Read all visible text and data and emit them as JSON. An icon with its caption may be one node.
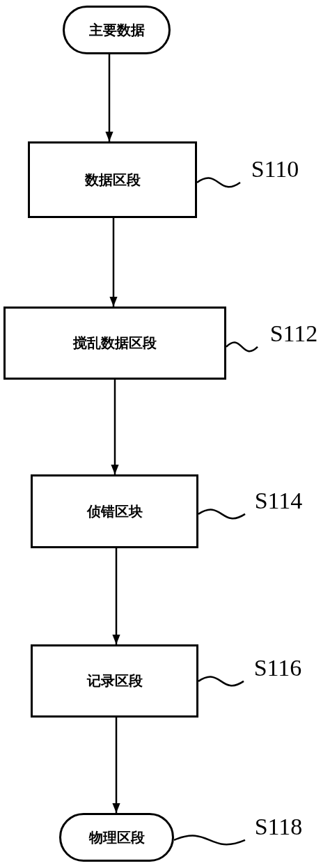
{
  "diagram": {
    "nodes": [
      {
        "text": [
          "主要数据"
        ]
      },
      {
        "text": [
          "数据区段"
        ]
      },
      {
        "text": [
          "搅乱数据区段"
        ]
      },
      {
        "text": [
          "侦错区块"
        ]
      },
      {
        "text": [
          "记录区段"
        ]
      },
      {
        "text": [
          "物理区段"
        ]
      },
      {
        "text": [
          "S110"
        ]
      },
      {
        "text": [
          "S112"
        ]
      },
      {
        "text": [
          "S114"
        ]
      },
      {
        "text": [
          "S116"
        ]
      },
      {
        "text": [
          "S118"
        ]
      }
    ],
    "edges": [
      {
        "from": 0,
        "to": 1,
        "arrow": "to"
      },
      {
        "from": 1,
        "to": 2,
        "arrow": "to"
      },
      {
        "from": 2,
        "to": 3,
        "arrow": "to"
      },
      {
        "from": 3,
        "to": 4,
        "arrow": "to"
      },
      {
        "from": 4,
        "to": 5,
        "arrow": "to"
      },
      {
        "from": 6,
        "to": 1,
        "arrow": "none"
      },
      {
        "from": 7,
        "to": 2,
        "arrow": "none"
      },
      {
        "from": 8,
        "to": 3,
        "arrow": "none"
      },
      {
        "from": 9,
        "to": 4,
        "arrow": "none"
      },
      {
        "from": 10,
        "to": 5,
        "arrow": "none"
      }
    ]
  }
}
